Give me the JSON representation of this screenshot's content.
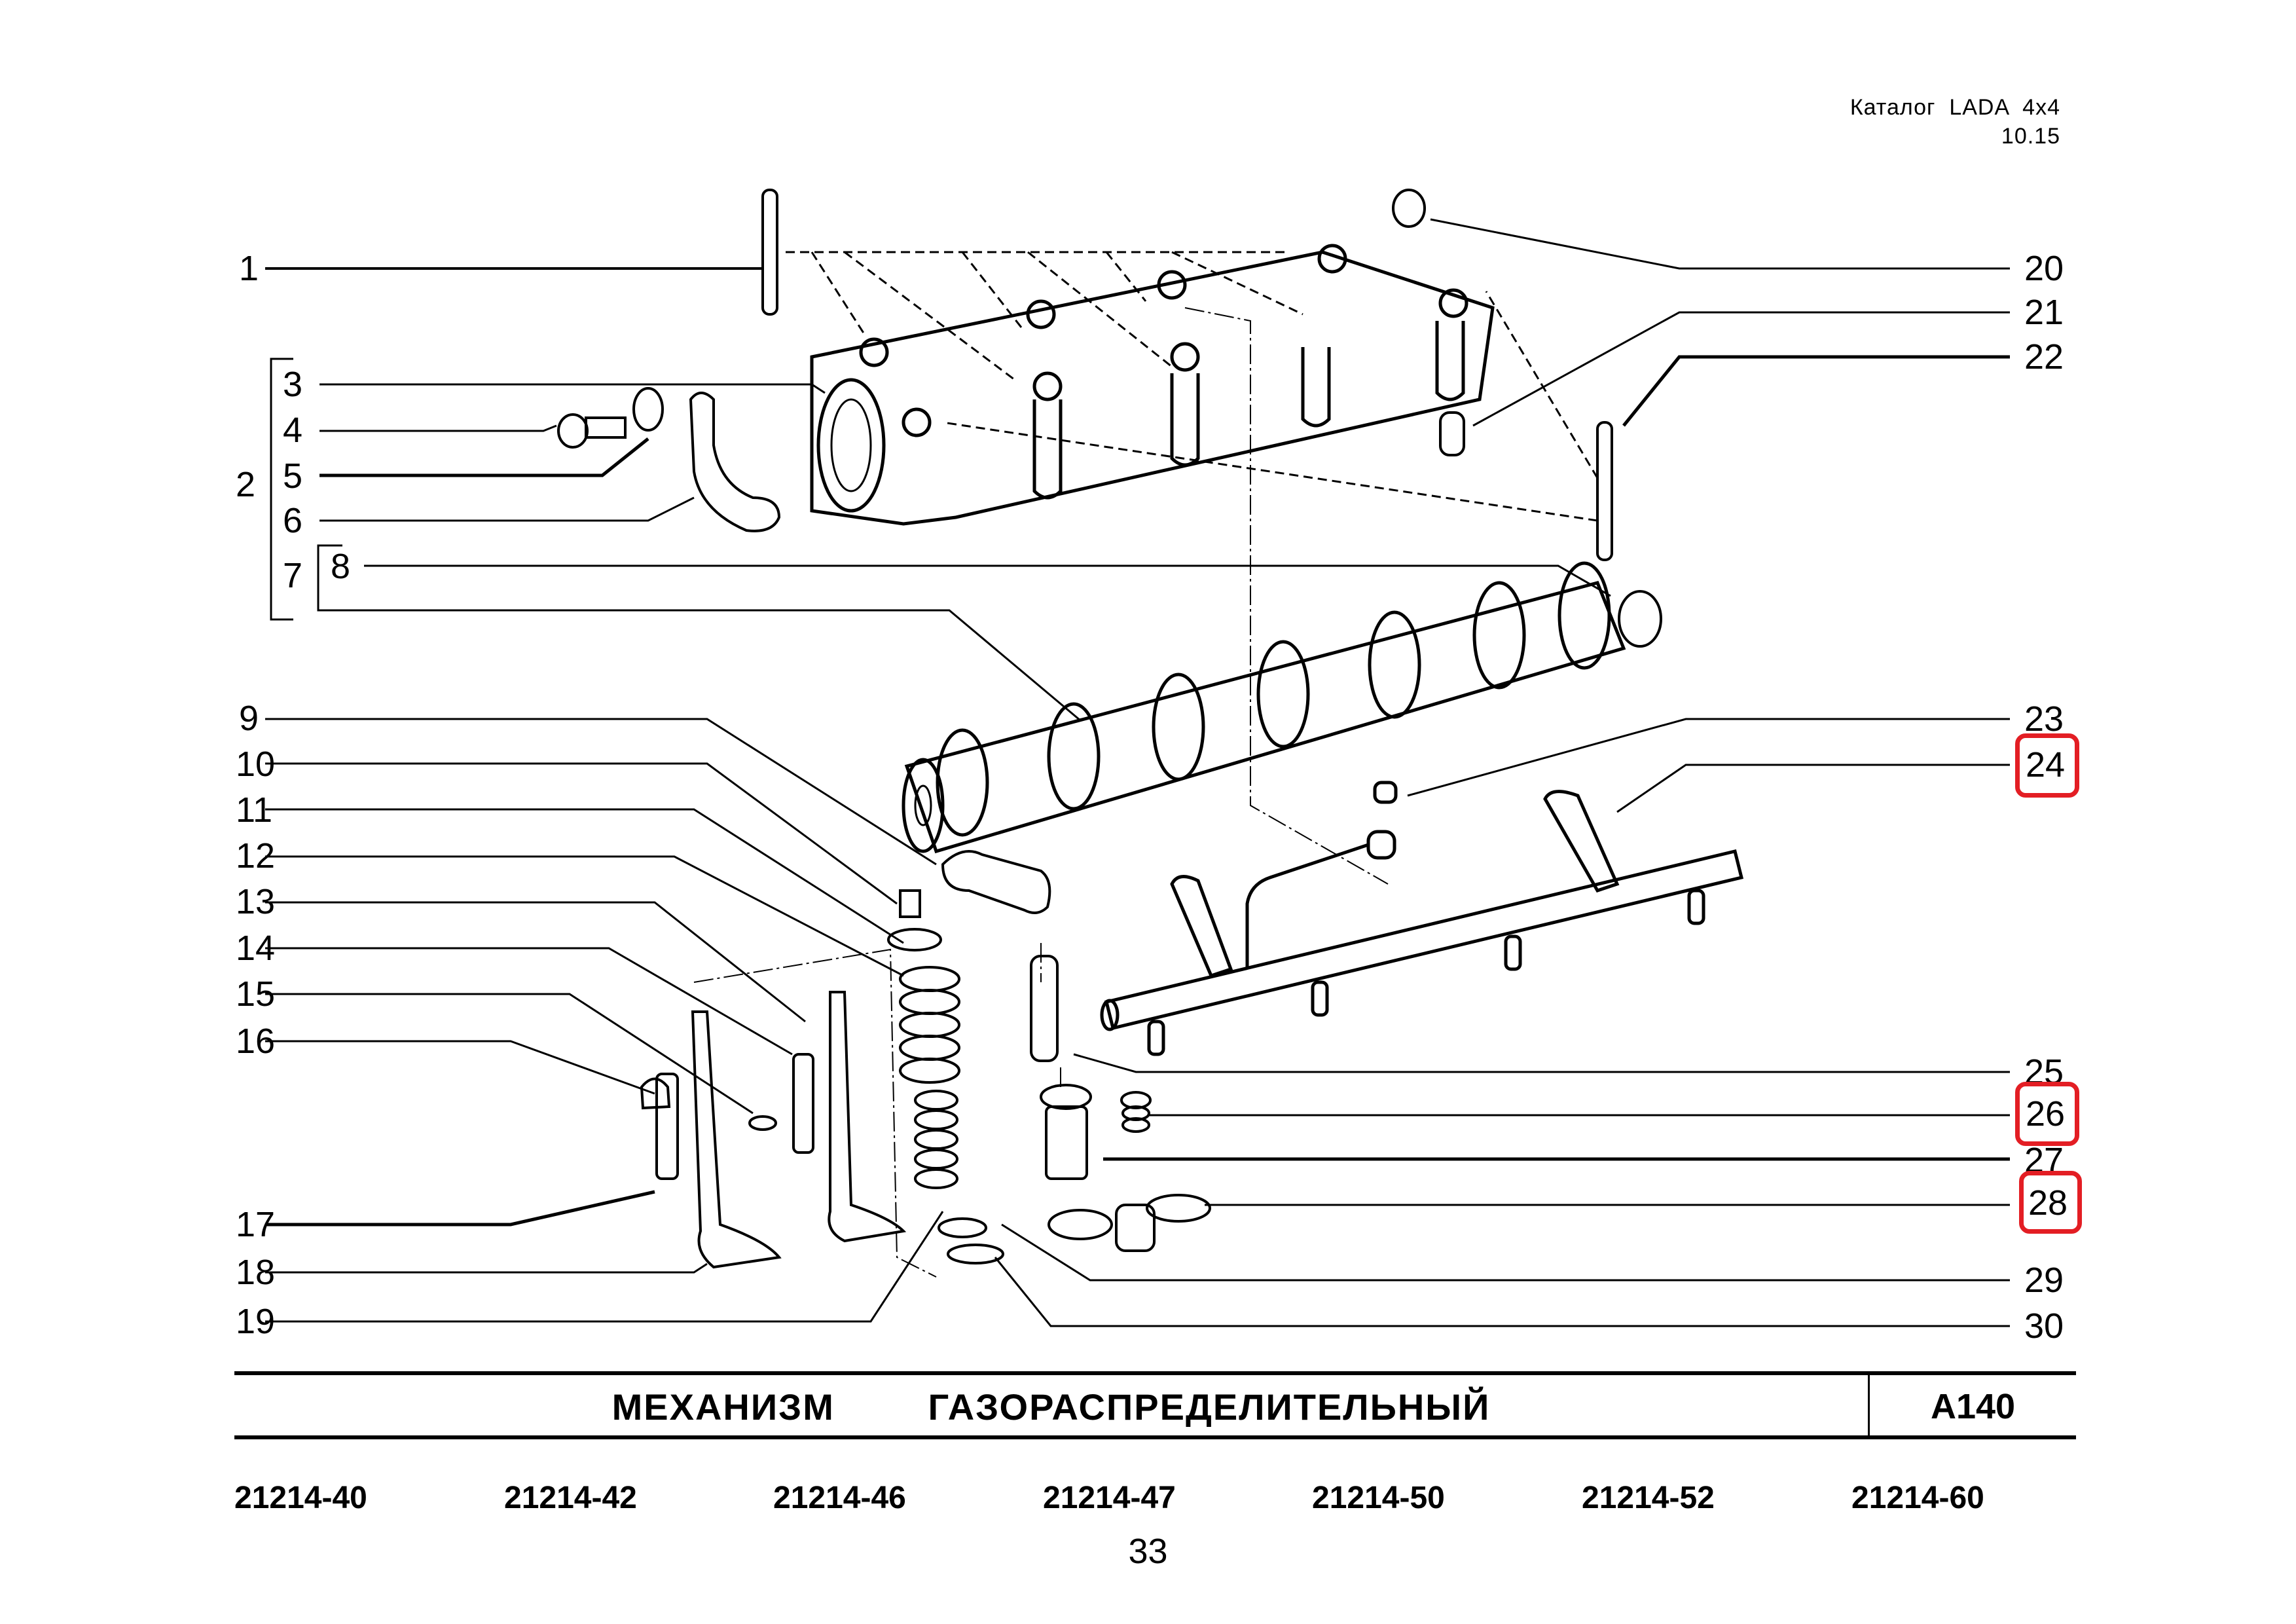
{
  "header": {
    "catalog_title": "Каталог  LADA  4x4",
    "catalog_edition": "10.15"
  },
  "callouts": {
    "left": [
      {
        "label": "1",
        "highlighted": false
      },
      {
        "label": "2",
        "highlighted": false
      },
      {
        "label": "3",
        "highlighted": false
      },
      {
        "label": "4",
        "highlighted": false
      },
      {
        "label": "5",
        "highlighted": false
      },
      {
        "label": "6",
        "highlighted": false
      },
      {
        "label": "7",
        "highlighted": false
      },
      {
        "label": "8",
        "highlighted": false
      },
      {
        "label": "9",
        "highlighted": false
      },
      {
        "label": "10",
        "highlighted": false
      },
      {
        "label": "11",
        "highlighted": false
      },
      {
        "label": "12",
        "highlighted": false
      },
      {
        "label": "13",
        "highlighted": false
      },
      {
        "label": "14",
        "highlighted": false
      },
      {
        "label": "15",
        "highlighted": false
      },
      {
        "label": "16",
        "highlighted": false
      },
      {
        "label": "17",
        "highlighted": false
      },
      {
        "label": "18",
        "highlighted": false
      },
      {
        "label": "19",
        "highlighted": false
      }
    ],
    "right": [
      {
        "label": "20",
        "highlighted": false
      },
      {
        "label": "21",
        "highlighted": false
      },
      {
        "label": "22",
        "highlighted": false
      },
      {
        "label": "23",
        "highlighted": false
      },
      {
        "label": "24",
        "highlighted": true
      },
      {
        "label": "25",
        "highlighted": false
      },
      {
        "label": "26",
        "highlighted": true
      },
      {
        "label": "27",
        "highlighted": false
      },
      {
        "label": "28",
        "highlighted": true
      },
      {
        "label": "29",
        "highlighted": false
      },
      {
        "label": "30",
        "highlighted": false
      }
    ]
  },
  "highlight_color": "#e31e24",
  "title_block": {
    "title": "МЕХАНИЗМ   ГАЗОРАСПРЕДЕЛИТЕЛЬНЫЙ",
    "code": "A140"
  },
  "models": [
    "21214-40",
    "21214-42",
    "21214-46",
    "21214-47",
    "21214-50",
    "21214-52",
    "21214-60"
  ],
  "page_number": "33"
}
